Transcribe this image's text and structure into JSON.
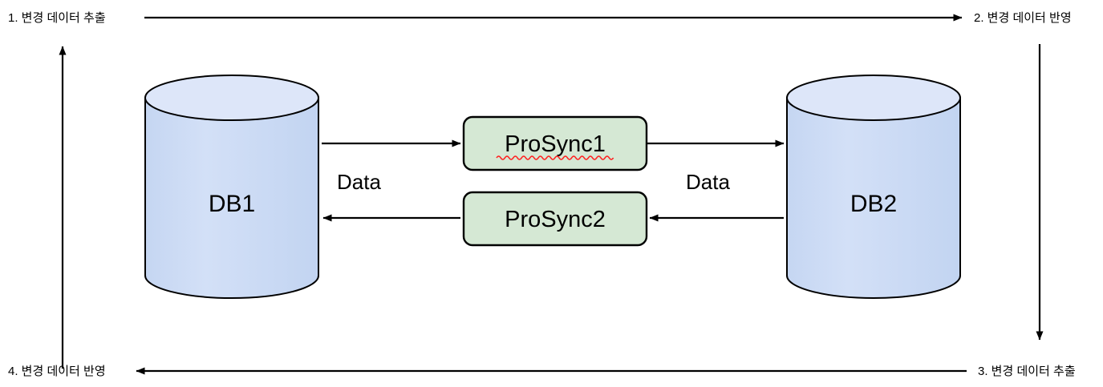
{
  "diagram": {
    "title": "Bi-directional database synchronization flow",
    "colors": {
      "cylinder_body": "#cddcf4",
      "cylinder_top": "#dde6f9",
      "process_box": "#d5e8d4",
      "stroke": "#000000",
      "background": "#ffffff",
      "spellcheck_underline": "#ff0000"
    },
    "steps": [
      {
        "id": "step-1",
        "label": "1. 변경 데이터 추출",
        "position": "top-left"
      },
      {
        "id": "step-2",
        "label": "2. 변경 데이터 반영",
        "position": "top-right"
      },
      {
        "id": "step-3",
        "label": "3. 변경 데이터 추출",
        "position": "bottom-right"
      },
      {
        "id": "step-4",
        "label": "4. 변경 데이터 반영",
        "position": "bottom-left"
      }
    ],
    "nodes": [
      {
        "id": "db1",
        "type": "cylinder",
        "label": "DB1"
      },
      {
        "id": "db2",
        "type": "cylinder",
        "label": "DB2"
      },
      {
        "id": "prosync1",
        "type": "process",
        "label": "ProSync1",
        "spellcheck_flagged": true
      },
      {
        "id": "prosync2",
        "type": "process",
        "label": "ProSync2",
        "spellcheck_flagged": false
      }
    ],
    "edge_labels": [
      {
        "id": "data-left",
        "label": "Data"
      },
      {
        "id": "data-right",
        "label": "Data"
      }
    ],
    "flows": [
      {
        "from": "db1",
        "to": "prosync1",
        "direction": "right"
      },
      {
        "from": "prosync1",
        "to": "db2",
        "direction": "right"
      },
      {
        "from": "db2",
        "to": "prosync2",
        "direction": "left"
      },
      {
        "from": "prosync2",
        "to": "db1",
        "direction": "left"
      },
      {
        "from": "step-1",
        "to": "step-2",
        "direction": "right",
        "kind": "outer-top"
      },
      {
        "from": "step-3",
        "to": "step-4",
        "direction": "left",
        "kind": "outer-bottom"
      },
      {
        "from": "step-4",
        "to": "step-1",
        "direction": "up",
        "kind": "outer-left"
      },
      {
        "from": "step-2",
        "to": "step-3",
        "direction": "down",
        "kind": "outer-right"
      }
    ]
  }
}
